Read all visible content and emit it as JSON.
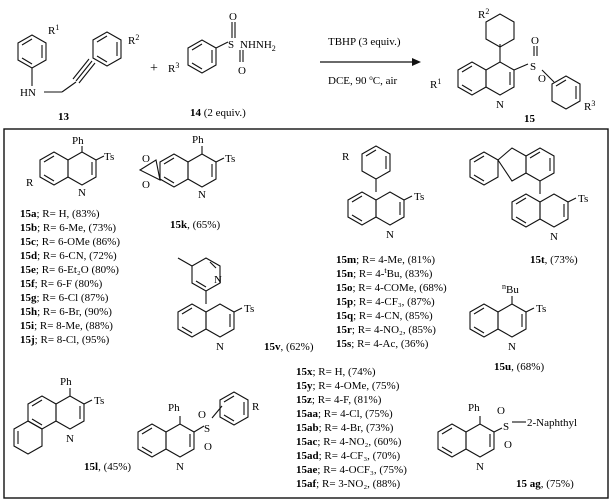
{
  "header": {
    "reactant1_label": "13",
    "plus": "+",
    "reactant2_label": "14",
    "reactant2_equiv": " (2 equiv.)",
    "conditions_line1": "TBHP (3 equiv.)",
    "conditions_line2_a": "DCE, 90 ",
    "degree_mark": "o",
    "conditions_line2_b": "C, air",
    "product_label": "15"
  },
  "scope": {
    "group1": [
      {
        "id": "15a",
        "text": "; R= H, (83%)"
      },
      {
        "id": "15b",
        "text": "; R= 6-Me, (73%)"
      },
      {
        "id": "15c",
        "text": "; R= 6-OMe (86%)"
      },
      {
        "id": "15d",
        "text": "; R= 6-CN, (72%)"
      },
      {
        "id": "15e",
        "text": "; R= 6-Et₂O (80%)"
      },
      {
        "id": "15f",
        "text": "; R= 6-F (80%)"
      },
      {
        "id": "15g",
        "text": "; R= 6-Cl (87%)"
      },
      {
        "id": "15h",
        "text": "; R= 6-Br, (90%)"
      },
      {
        "id": "15i",
        "text": "; R= 8-Me, (88%)"
      },
      {
        "id": "15j",
        "text": "; R= 8-Cl, (95%)"
      }
    ],
    "k": {
      "id": "15k",
      "text": ", (65%)"
    },
    "group2": [
      {
        "id": "15m",
        "text": "; R= 4-Me, (81%)"
      },
      {
        "id": "15n",
        "text_a": "; R= 4-",
        "sup": "t",
        "text_b": "Bu, (83%)"
      },
      {
        "id": "15o",
        "text": "; R= 4-COMe, (68%)"
      },
      {
        "id": "15p",
        "text": "; R= 4-CF₃, (87%)"
      },
      {
        "id": "15q",
        "text": "; R= 4-CN, (85%)"
      },
      {
        "id": "15r",
        "text": "; R= 4-NO₂, (85%)"
      },
      {
        "id": "15s",
        "text": "; R= 4-Ac, (36%)"
      }
    ],
    "t": {
      "id": "15t",
      "text": ", (73%)"
    },
    "v": {
      "id": "15v",
      "text": ", (62%)"
    },
    "u": {
      "id": "15u",
      "text": ", (68%)"
    },
    "l": {
      "id": "15l",
      "text": ", (45%)"
    },
    "group3": [
      {
        "id": "15x",
        "text": "; R= H, (74%)"
      },
      {
        "id": "15y",
        "text": "; R= 4-OMe, (75%)"
      },
      {
        "id": "15z",
        "text": "; R= 4-F, (81%)"
      },
      {
        "id": "15aa",
        "text": "; R= 4-Cl, (75%)"
      },
      {
        "id": "15ab",
        "text": "; R= 4-Br, (73%)"
      },
      {
        "id": "15ac",
        "text": "; R= 4-NO₂, (60%)"
      },
      {
        "id": "15ad",
        "text": "; R= 4-CF₃, (70%)"
      },
      {
        "id": "15ae",
        "text": "; R= 4-OCF₃, (75%)"
      },
      {
        "id": "15af",
        "text": "; R= 3-NO₂, (88%)"
      }
    ],
    "ag": {
      "id": "15 ag",
      "text": ", (75%)",
      "substituent": "2-Naphthyl"
    }
  }
}
